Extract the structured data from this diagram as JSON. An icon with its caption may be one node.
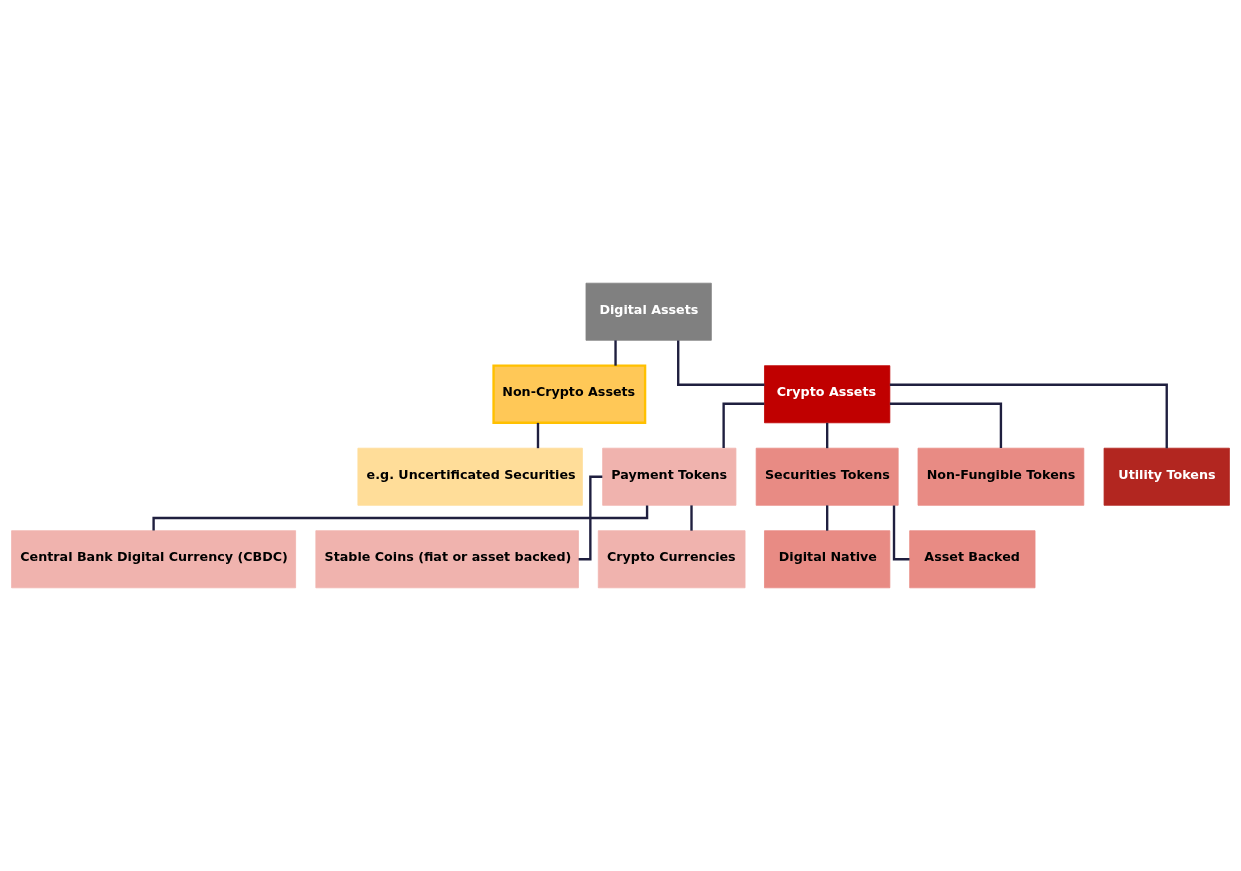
{
  "diagram": {
    "nodes": [
      {
        "text": [
          "Digital Assets"
        ]
      },
      {
        "text": [
          "Non-Crypto Assets"
        ]
      },
      {
        "text": [
          "Crypto Assets"
        ]
      },
      {
        "text": [
          "e.g. Uncertificated Securities"
        ]
      },
      {
        "text": [
          "Payment Tokens"
        ]
      },
      {
        "text": [
          "Securities Tokens"
        ]
      },
      {
        "text": [
          "Non-Fungible Tokens"
        ]
      },
      {
        "text": [
          "Utility Tokens"
        ]
      },
      {
        "text": [
          "Central Bank Digital Currency (CBDC)"
        ]
      },
      {
        "text": [
          "Stable Coins (fiat or asset backed)"
        ]
      },
      {
        "text": [
          "Crypto Currencies"
        ]
      },
      {
        "text": [
          "Digital Native"
        ]
      },
      {
        "text": [
          "Asset Backed"
        ]
      }
    ],
    "edges": [
      {
        "from": 0,
        "to": 1,
        "arrow": "none"
      },
      {
        "from": 0,
        "to": 2,
        "arrow": "none"
      },
      {
        "from": 1,
        "to": 3,
        "arrow": "none"
      },
      {
        "from": 2,
        "to": 4,
        "arrow": "none"
      },
      {
        "from": 2,
        "to": 5,
        "arrow": "none"
      },
      {
        "from": 2,
        "to": 6,
        "arrow": "none"
      },
      {
        "from": 2,
        "to": 7,
        "arrow": "none"
      },
      {
        "from": 4,
        "to": 8,
        "arrow": "none"
      },
      {
        "from": 4,
        "to": 9,
        "arrow": "none"
      },
      {
        "from": 4,
        "to": 10,
        "arrow": "none"
      },
      {
        "from": 5,
        "to": 11,
        "arrow": "none"
      },
      {
        "from": 5,
        "to": 12,
        "arrow": "none"
      }
    ]
  }
}
